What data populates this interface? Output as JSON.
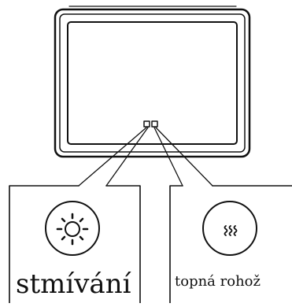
{
  "diagram": {
    "panels": [
      {
        "id": "dimming",
        "label": "stmívání",
        "icon": "sun-brightness-icon"
      },
      {
        "id": "heating",
        "label": "topná rohož",
        "icon": "heat-waves-icon"
      }
    ],
    "colors": {
      "line": "#111111",
      "background": "#ffffff"
    }
  }
}
